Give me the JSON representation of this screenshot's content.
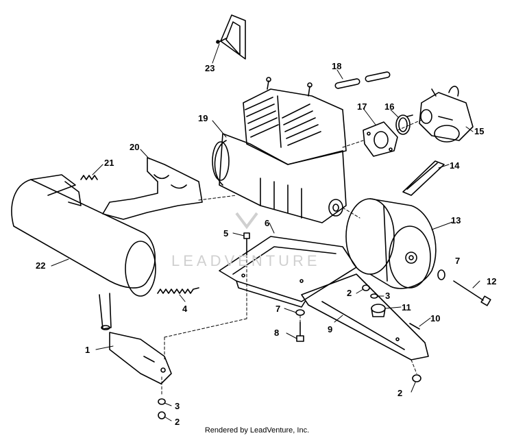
{
  "callouts": {
    "c1": "1",
    "c2a": "2",
    "c2b": "2",
    "c2c": "2",
    "c3a": "3",
    "c3b": "3",
    "c4": "4",
    "c5": "5",
    "c6": "6",
    "c7a": "7",
    "c7b": "7",
    "c8": "8",
    "c9": "9",
    "c10": "10",
    "c11": "11",
    "c12": "12",
    "c13": "13",
    "c14": "14",
    "c15": "15",
    "c16": "16",
    "c17": "17",
    "c18": "18",
    "c19": "19",
    "c20": "20",
    "c21": "21",
    "c22": "22",
    "c23": "23"
  },
  "watermark": "LEADVENTURE",
  "footer": "Rendered by LeadVenture, Inc."
}
